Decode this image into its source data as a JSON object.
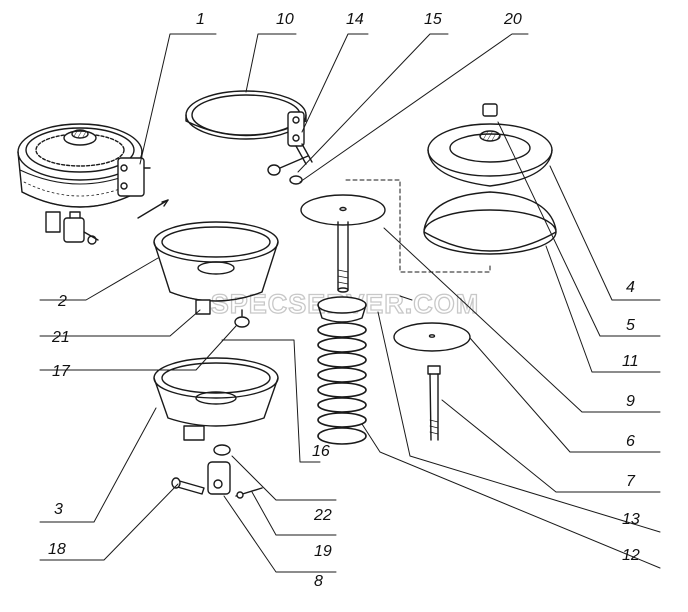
{
  "diagram": {
    "callouts": [
      "1",
      "2",
      "3",
      "4",
      "5",
      "6",
      "7",
      "8",
      "9",
      "10",
      "11",
      "12",
      "13",
      "14",
      "15",
      "16",
      "17",
      "18",
      "19",
      "20",
      "21",
      "22"
    ],
    "watermark": "SPECSERVER.COM"
  },
  "colors": {
    "ink": "#1a1a1a",
    "watermark": "#c8c8c8",
    "background": "#ffffff"
  }
}
